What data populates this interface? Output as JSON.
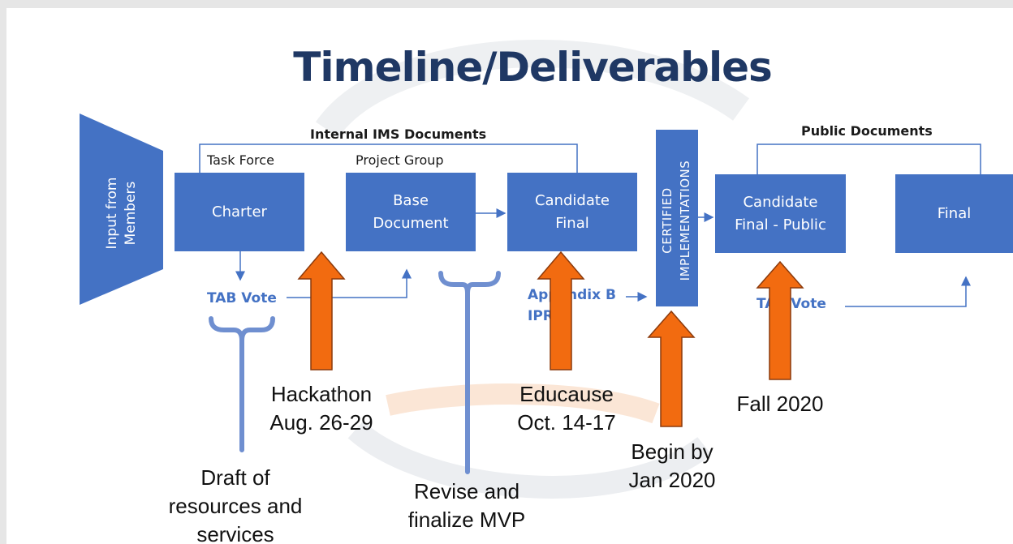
{
  "slide": {
    "title": "Timeline/Deliverables"
  },
  "sections": {
    "internal": "Internal IMS Documents",
    "public": "Public Documents"
  },
  "groups": {
    "task_force": "Task Force",
    "project_group": "Project Group"
  },
  "input": {
    "label": "Input from\nMembers"
  },
  "boxes": {
    "charter": "Charter",
    "base_document": "Base\nDocument",
    "candidate_final": "Candidate\nFinal",
    "certified": "CERTIFIED\nIMPLEMENTATIONS",
    "candidate_final_public": "Candidate\nFinal - Public",
    "final": "Final"
  },
  "blue_labels": {
    "tab_vote_1": "TAB Vote",
    "appendix": "Appendix B\nIPR",
    "tab_vote_2": "TAB Vote"
  },
  "callouts": {
    "hackathon": "Hackathon\nAug. 26-29",
    "educause": "Educause\nOct. 14-17",
    "begin": "Begin by\nJan 2020",
    "fall": "Fall 2020",
    "draft": "Draft of\nresources and\nservices",
    "revise": "Revise and\nfinalize MVP"
  },
  "colors": {
    "title": "#1f3864",
    "box": "#4472c4",
    "orange_arrow": "#f26b10",
    "arrow_outline": "#8b3a0c"
  }
}
